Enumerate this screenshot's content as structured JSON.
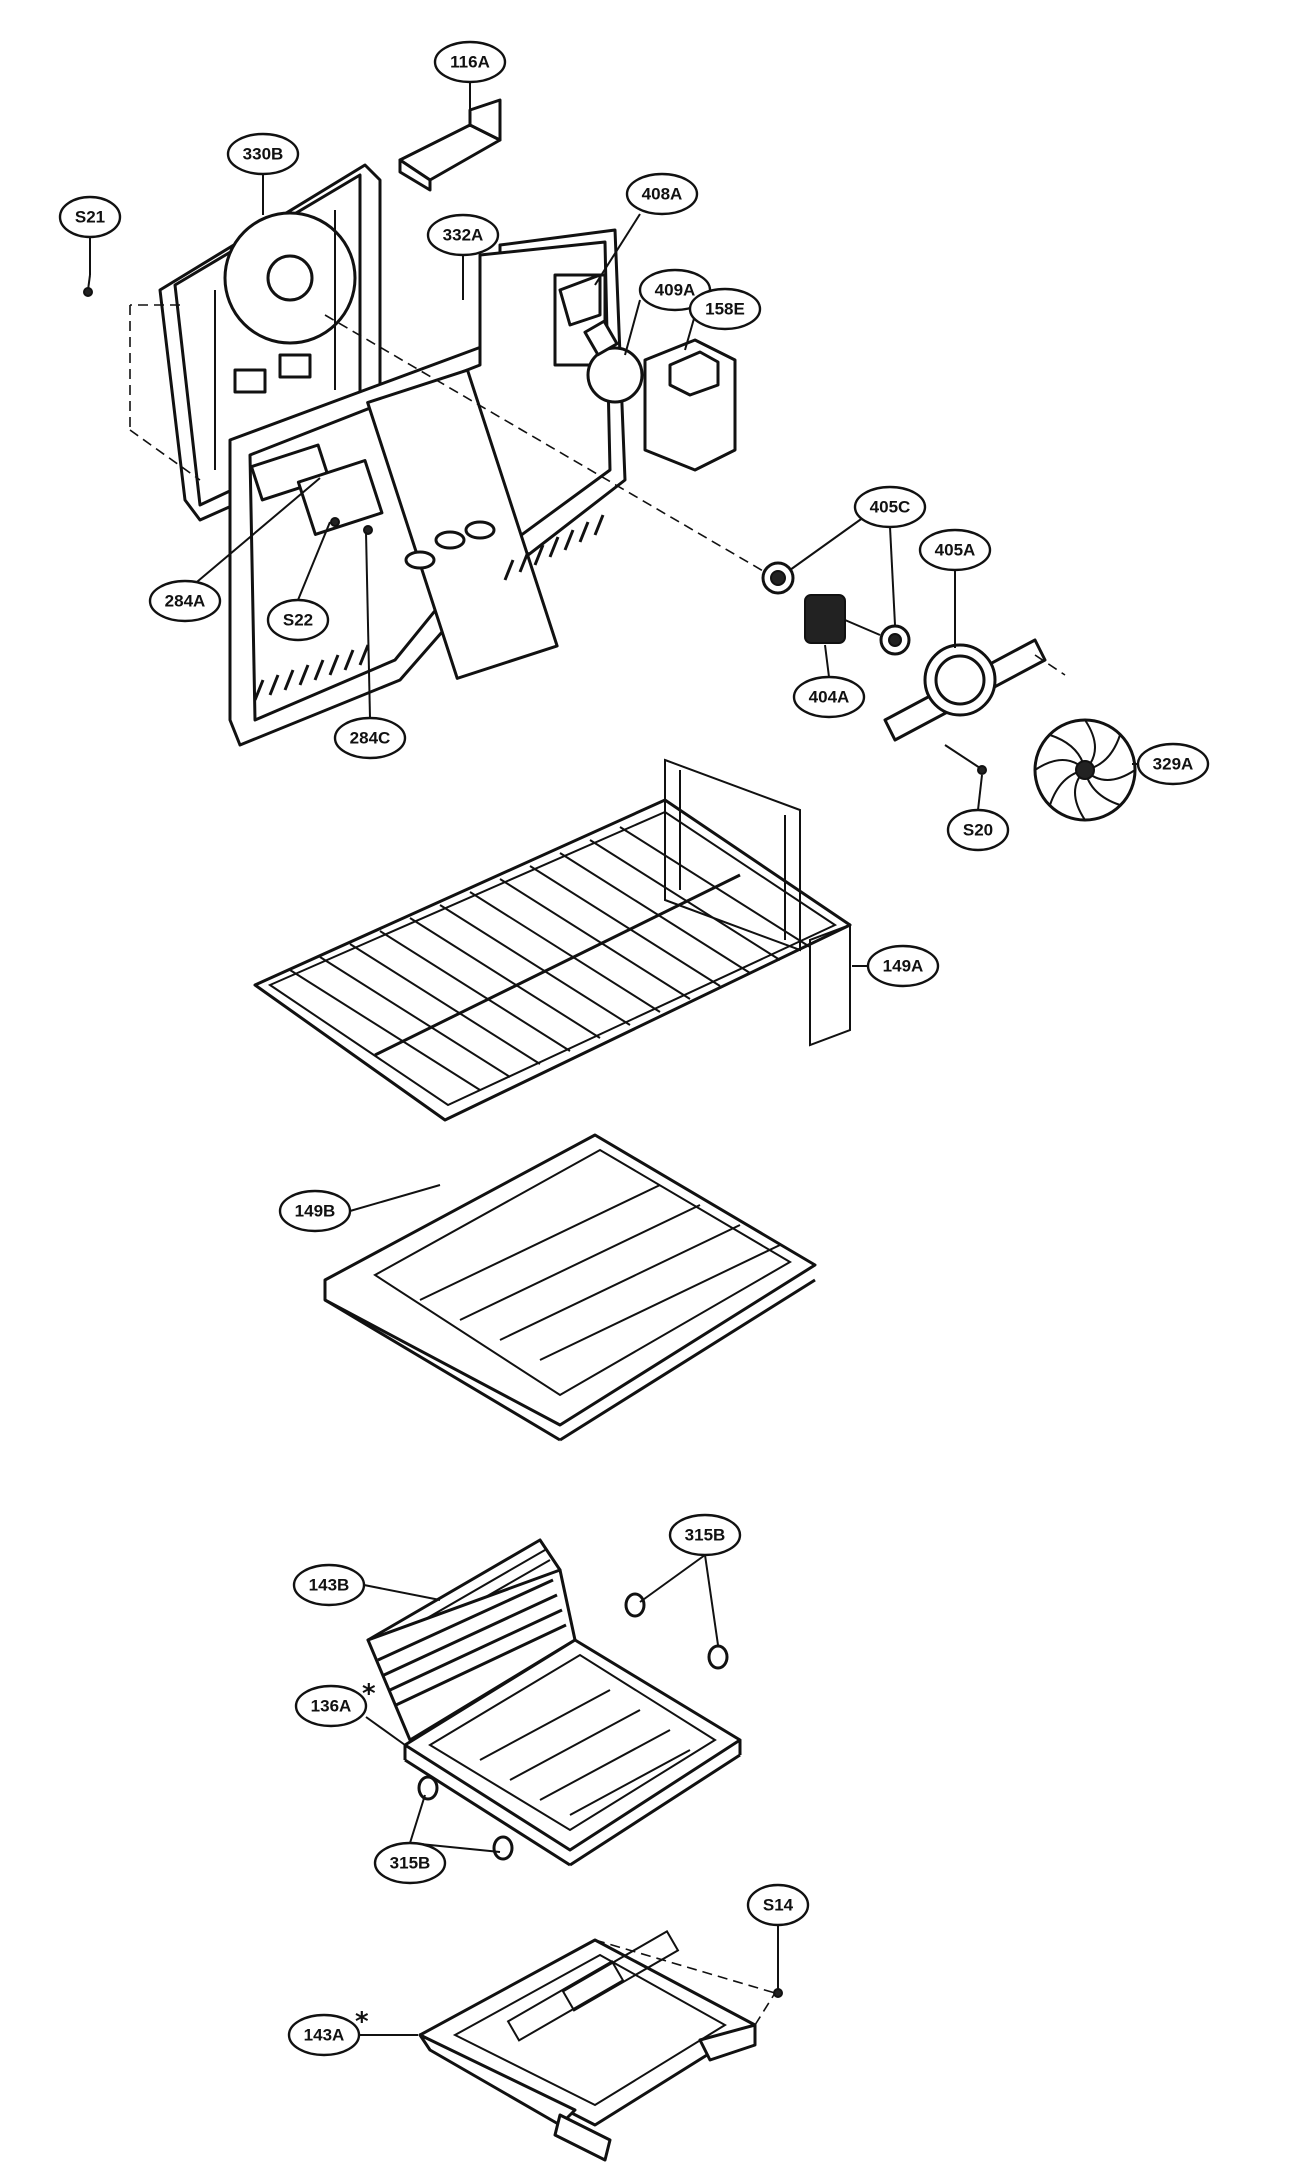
{
  "callouts": {
    "c116A": "116A",
    "c330B": "330B",
    "cS21": "S21",
    "c332A": "332A",
    "c408A": "408A",
    "c409A": "409A",
    "c158E": "158E",
    "c405C": "405C",
    "c405A": "405A",
    "c284A": "284A",
    "cS22": "S22",
    "c404A": "404A",
    "c284C": "284C",
    "c329A": "329A",
    "cS20": "S20",
    "c149A": "149A",
    "c149B": "149B",
    "c315B_top": "315B",
    "c143B": "143B",
    "c136A": "136A",
    "c315B_bottom": "315B",
    "cS14": "S14",
    "c143A": "143A"
  },
  "marks": {
    "star_136A": "*",
    "star_143A": "*"
  }
}
